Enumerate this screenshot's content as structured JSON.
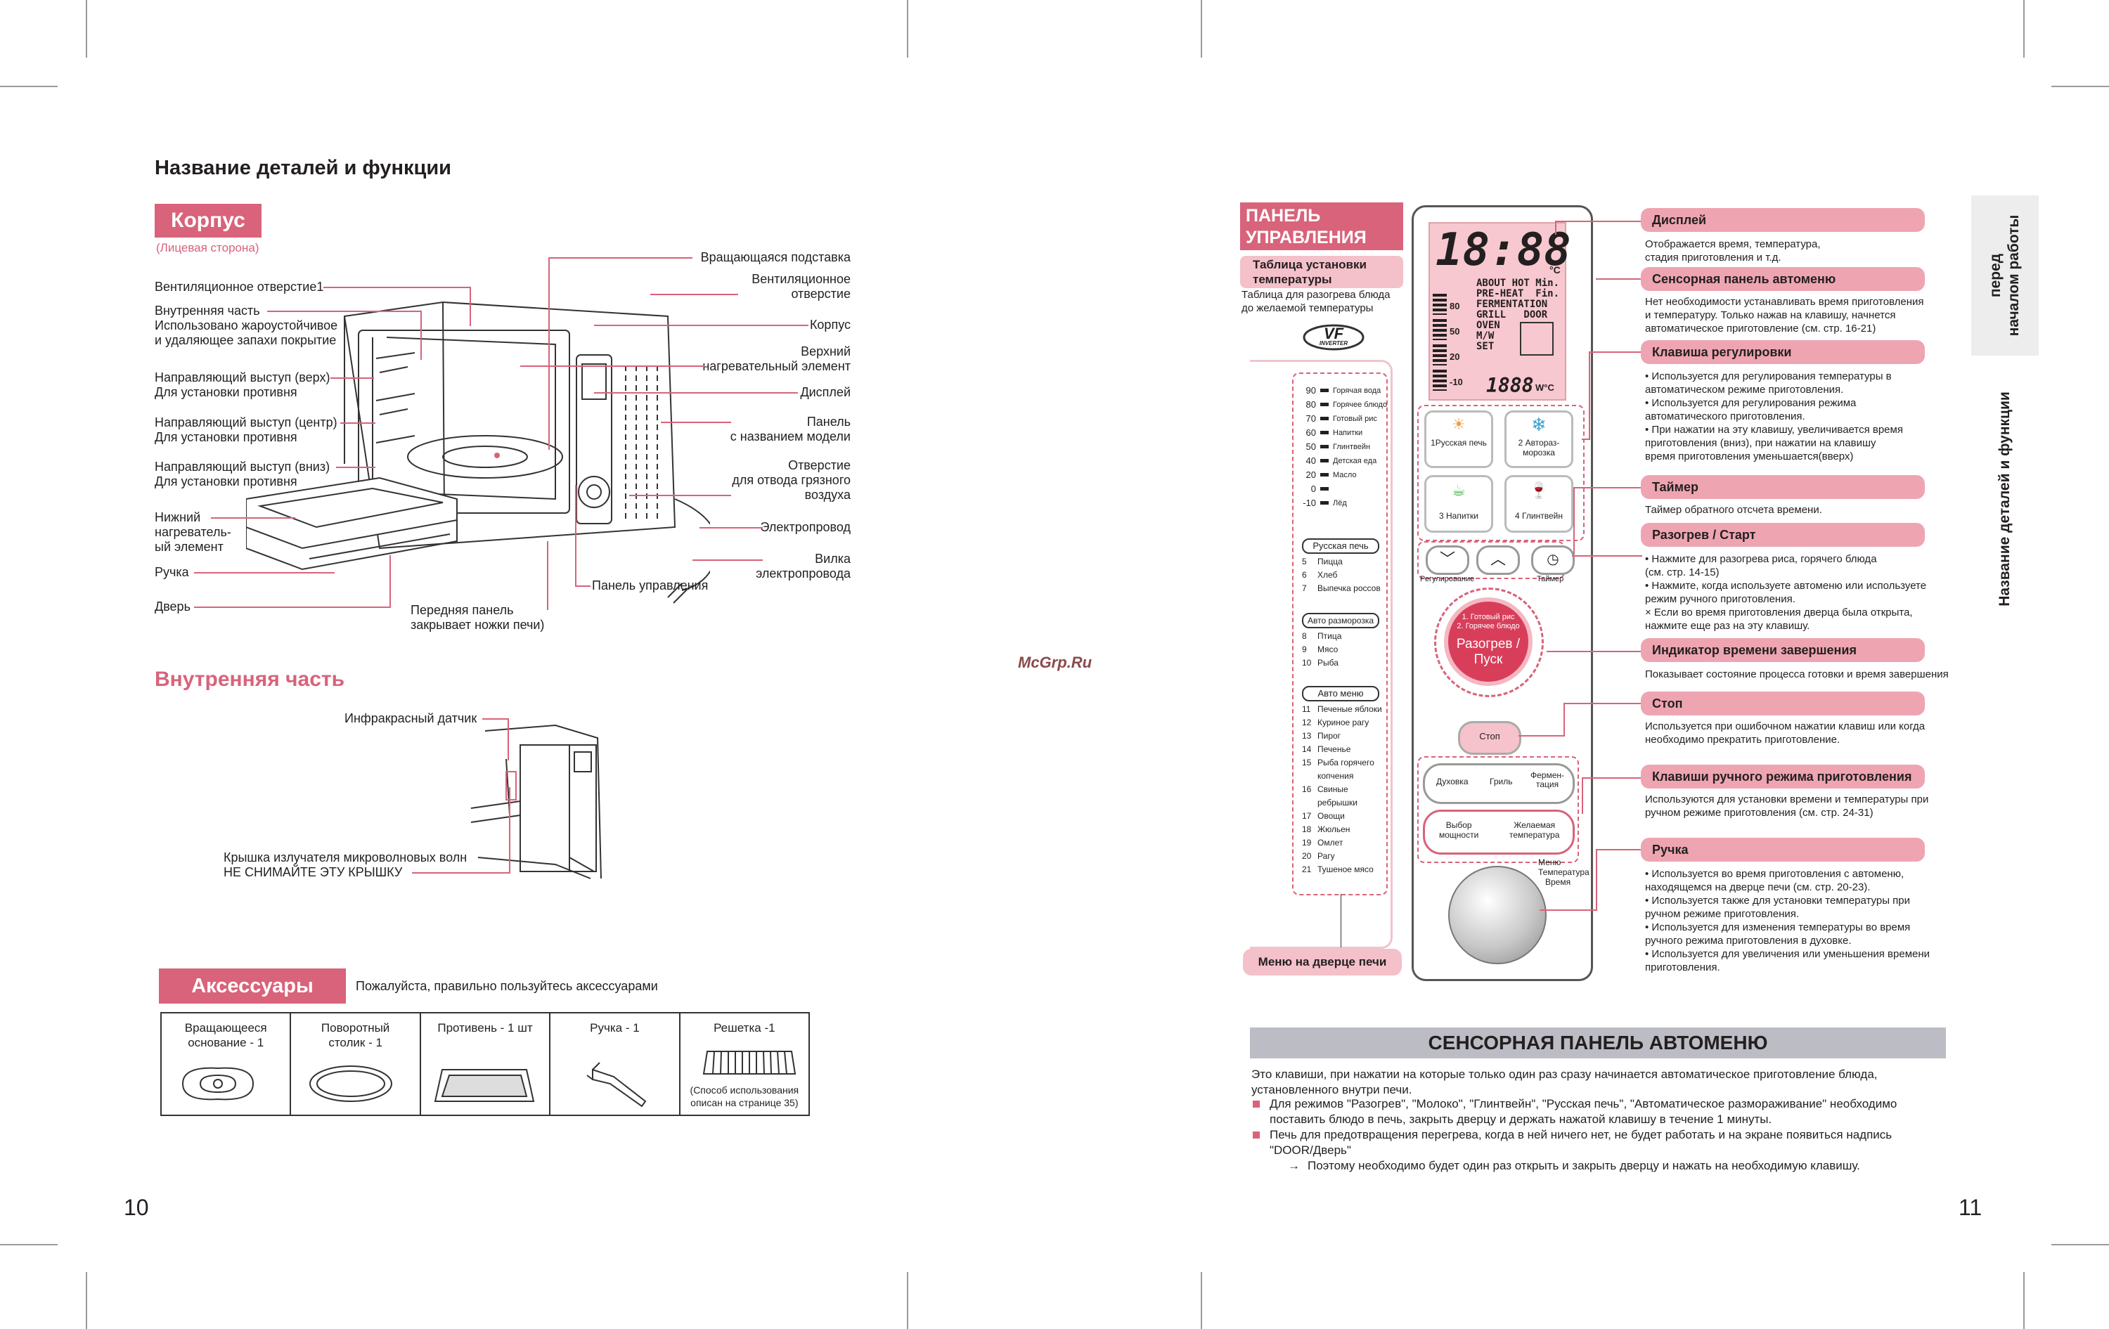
{
  "left_page": {
    "title": "Название деталей и функции",
    "body_header": "Корпус",
    "body_sub": "(Лицевая сторона)",
    "labels_left": [
      "Вентиляционное отверстие1",
      "Внутренняя часть",
      "Использовано жароустойчивое",
      "и удаляющее запахи покрытие",
      "Направляющий выступ (верх)",
      "Для установки противня",
      "Направляющий выступ (центр)",
      "Для установки противня",
      "Направляющий выступ (вниз)",
      "Для установки противня",
      "Нижний",
      "нагреватель-",
      "ый элемент",
      "Ручка",
      "Дверь"
    ],
    "labels_right": [
      "Вращающаяся подставка",
      "Вентиляционное",
      "отверстие",
      "Корпус",
      "Верхний",
      "нагревательный элемент",
      "Дисплей",
      "Панель",
      "с названием модели",
      "Отверстие",
      "для отвода грязного",
      "воздуха",
      "Электропровод",
      "Вилка",
      "электропровода"
    ],
    "label_control_panel": "Панель управления",
    "label_front_panel_1": "Передняя панель",
    "label_front_panel_2": "закрывает ножки печи)",
    "inner_title": "Внутренняя часть",
    "ir_sensor": "Инфракрасный датчик",
    "mw_cover_1": "Крышка излучателя микроволновых волн",
    "mw_cover_2": "НЕ СНИМАЙТЕ ЭТУ КРЫШКУ",
    "accessories_header": "Аксессуары",
    "accessories_note": "Пожалуйста, правильно пользуйтесь аксессуарами",
    "accessories": [
      {
        "name_1": "Вращающееся",
        "name_2": "основание - 1"
      },
      {
        "name_1": "Поворотный",
        "name_2": "столик - 1"
      },
      {
        "name_1": "Противень - 1 шт",
        "name_2": ""
      },
      {
        "name_1": "Ручка - 1",
        "name_2": ""
      },
      {
        "name_1": "Решетка -1",
        "name_2": ""
      }
    ],
    "rack_note_1": "(Способ использования",
    "rack_note_2": "описан на странице 35)",
    "page_number": "10"
  },
  "watermark": "McGrp.Ru",
  "right_page": {
    "panel_header_1": "ПАНЕЛЬ",
    "panel_header_2": "УПРАВЛЕНИЯ",
    "temp_table_title_1": "Таблица установки",
    "temp_table_title_2": "температуры",
    "temp_table_sub_1": "Таблица для разогрева блюда",
    "temp_table_sub_2": "до желаемой температуры",
    "logo_text": "VF",
    "logo_sub": "INVERTER",
    "temps": [
      {
        "t": "90",
        "n": "Горячая вода"
      },
      {
        "t": "80",
        "n": "Горячее блюдо"
      },
      {
        "t": "70",
        "n": "Готовый рис"
      },
      {
        "t": "60",
        "n": "Напитки"
      },
      {
        "t": "50",
        "n": "Глинтвейн"
      },
      {
        "t": "40",
        "n": "Детская еда"
      },
      {
        "t": "20",
        "n": "Масло"
      },
      {
        "t": "0",
        "n": ""
      },
      {
        "t": "-10",
        "n": "Лёд"
      }
    ],
    "menu_group_1": "Русская печь",
    "menu_items_1": [
      [
        "5",
        "Пицца"
      ],
      [
        "6",
        "Хлеб"
      ],
      [
        "7",
        "Выпечка россов"
      ]
    ],
    "menu_group_2": "Авто разморозка",
    "menu_items_2": [
      [
        "8",
        "Птица"
      ],
      [
        "9",
        "Мясо"
      ],
      [
        "10",
        "Рыба"
      ]
    ],
    "menu_group_3": "Авто меню",
    "menu_items_3": [
      [
        "11",
        "Печеные яблоки"
      ],
      [
        "12",
        "Куриное рагу"
      ],
      [
        "13",
        "Пирог"
      ],
      [
        "14",
        "Печенье"
      ],
      [
        "15",
        "Рыба горячего"
      ],
      [
        "",
        "копчения"
      ],
      [
        "16",
        "Свиные"
      ],
      [
        "",
        "ребрышки"
      ],
      [
        "17",
        "Овощи"
      ],
      [
        "18",
        "Жюльен"
      ],
      [
        "19",
        "Омлет"
      ],
      [
        "20",
        "Рагу"
      ],
      [
        "21",
        "Тушеное мясо"
      ]
    ],
    "door_menu_label": "Меню на дверце печи",
    "display": {
      "digits": "18:88",
      "unit_c": "°C",
      "status_lines": [
        "ABOUT HOT Min.",
        "PRE-HEAT  Fin.",
        "FERMENTATION",
        "GRILL   DOOR",
        "OVEN",
        "M/W",
        "SET"
      ],
      "scale": [
        "80",
        "50",
        "20",
        "-10"
      ],
      "small_digits": "1888",
      "small_unit": "W°C"
    },
    "buttons": {
      "b1": "1Русская печь",
      "b2": "2 Автораз-морозка",
      "b3": "3 Напитки",
      "b4": "4 Глинтвейн",
      "reg": "Регулирование",
      "timer": "Таймер",
      "start_1": "1. Готовый рис",
      "start_2": "2. Горячее блюдо",
      "start_main_1": "Разогрев /",
      "start_main_2": "Пуск",
      "stop": "Стоп",
      "oven": "Духовка",
      "grill": "Гриль",
      "ferm_1": "Фермен-",
      "ferm_2": "тация",
      "power_1": "Выбор",
      "power_2": "мощности",
      "temp_1": "Желаемая",
      "temp_2": "температура",
      "knob_1": "Меню",
      "knob_2": "Температура",
      "knob_3": "Время"
    },
    "callouts": [
      {
        "label": "Дисплей",
        "desc": [
          "Отображается время, температура,",
          "стадия приготовления и т.д."
        ]
      },
      {
        "label": "Сенсорная панель автоменю",
        "desc": [
          "Нет необходимости устанавливать время приготовления",
          "и температуру. Только нажав на клавишу, начнется",
          "автоматическое приготовление (см. стр. 16-21)"
        ]
      },
      {
        "label": "Клавиша регулировки",
        "desc": [
          "• Используется для регулирования температуры в",
          "   автоматическом режиме приготовления.",
          "• Используется для регулирования режима",
          "   автоматического приготовления.",
          "• При нажатии на эту клавишу, увеличивается время",
          "   приготовления (вниз), при нажатии на клавишу",
          "   время приготовления уменьшается(вверх)"
        ]
      },
      {
        "label": "Таймер",
        "desc": [
          "Таймер обратного отсчета времени."
        ]
      },
      {
        "label": "Разогрев / Старт",
        "desc": [
          "• Нажмите для разогрева риса, горячего блюда",
          "   (см. стр. 14-15)",
          "• Нажмите, когда используете автоменю или используете",
          "   режим ручного приготовления.",
          "× Если во время приготовления дверца была открыта,",
          "   нажмите еще раз на эту клавишу."
        ]
      },
      {
        "label": "Индикатор времени завершения",
        "desc": [
          "Показывает состояние процесса готовки и время завершения"
        ]
      },
      {
        "label": "Стоп",
        "desc": [
          "Используется при ошибочном нажатии клавиш или когда",
          "необходимо прекратить приготовление."
        ]
      },
      {
        "label": "Клавиши ручного режима приготовления",
        "desc": [
          "Используются для установки времени и температуры при",
          "ручном режиме приготовления (см. стр. 24-31)"
        ]
      },
      {
        "label": "Ручка",
        "desc": [
          "• Используется во время приготовления с автоменю,",
          "   находящемся на дверце печи (см. стр. 20-23).",
          "• Используется также для установки температуры при",
          "   ручном режиме приготовления.",
          "• Используется для изменения температуры во время",
          "   ручного режима приготовления в духовке.",
          "• Используется для увеличения или уменьшения времени",
          "   приготовления."
        ]
      }
    ],
    "side_tab_1": "перед",
    "side_tab_2": "началом работы",
    "side_tab_3": "Название деталей и функции",
    "auto_title": "СЕНСОРНАЯ ПАНЕЛЬ АВТОМЕНЮ",
    "auto_lines": [
      "Это клавиши, при нажатии на которые только один раз сразу начинается автоматическое приготовление блюда,",
      "установленного внутри печи.",
      "Для режимов \"Разогрев\", \"Молоко\", \"Глинтвейн\", \"Русская печь\", \"Автоматическое размораживание\" необходимо",
      "поставить блюдо в печь, закрыть дверцу и держать нажатой клавишу в течение 1 минуты.",
      "Печь для предотвращения перегрева, когда в ней ничего нет, не будет работать и на экране появиться надпись",
      "\"DOOR/Дверь\"",
      "Поэтому необходимо будет один  раз открыть и закрыть дверцу и нажать на необходимую клавишу."
    ],
    "page_number": "11"
  },
  "colors": {
    "accent": "#d8637a",
    "accent_light": "#eea5b1",
    "gray_bar": "#bcbcc4"
  }
}
